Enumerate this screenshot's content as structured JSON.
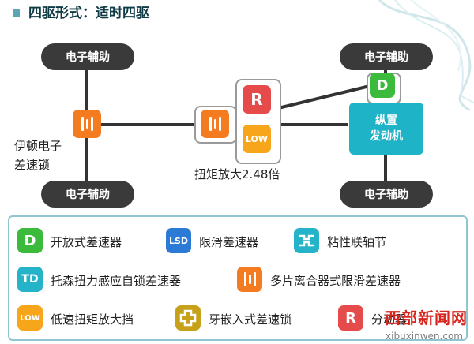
{
  "header": {
    "title": "四驱形式：适时四驱"
  },
  "diagram": {
    "assist_left_top": "电子辅助",
    "assist_left_bottom": "电子辅助",
    "assist_right_top": "电子辅助",
    "assist_right_bottom": "电子辅助",
    "eaton_line1": "伊顿电子",
    "eaton_line2": "差速锁",
    "amplify_caption": "扭矩放大2.48倍",
    "engine_line1": "纵置",
    "engine_line2": "发动机",
    "r_letter": "R",
    "low_text": "LOW",
    "d_letter": "D"
  },
  "legend": {
    "open_diff": {
      "glyph": "D",
      "label": "开放式差速器"
    },
    "lsd": {
      "glyph": "LSD",
      "label": "限滑差速器"
    },
    "viscous": {
      "label": "粘性联轴节"
    },
    "torsen": {
      "glyph": "TD",
      "label": "托森扭力感应自锁差速器"
    },
    "multiplate": {
      "label": "多片离合器式限滑差速器"
    },
    "low": {
      "glyph": "LOW",
      "label": "低速扭矩放大挡"
    },
    "dog_clutch": {
      "label": "牙嵌入式差速锁"
    },
    "transfer": {
      "glyph": "R",
      "label": "分动器"
    }
  },
  "watermark": {
    "site_cn": "西部新闻网",
    "url": "xibuxinwen.com"
  },
  "colors": {
    "orange": "#f47b20",
    "red": "#e64b4b",
    "green": "#3cba3c",
    "blue": "#2a7ad6",
    "teal": "#24b3c9",
    "yellow": "#f7a51b",
    "olive": "#c8a11a",
    "dark": "#3a3a3a"
  }
}
